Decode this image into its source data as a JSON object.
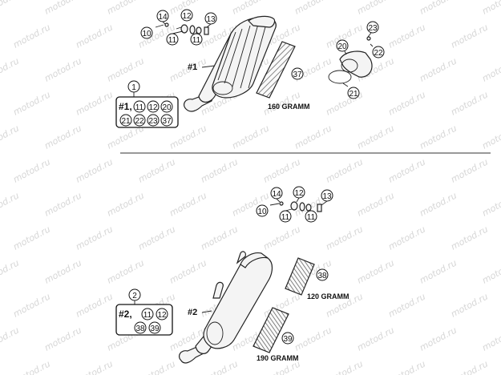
{
  "watermark": "motod.ru",
  "upper_group": {
    "kit_number": "1",
    "kit_box_row1_label": "#1,",
    "kit_box_row1_parts": [
      "11",
      "12",
      "20"
    ],
    "kit_box_row2_parts": [
      "21",
      "22",
      "23",
      "37"
    ],
    "muffler_label": "#1",
    "small_parts": [
      "14",
      "12",
      "13",
      "10",
      "11",
      "11"
    ],
    "end_cap_parts": [
      "23",
      "20",
      "22",
      "21"
    ],
    "packing_part": "37",
    "packing_weight": "160 GRAMM"
  },
  "lower_group": {
    "kit_number": "2",
    "kit_box_row1_label": "#2,",
    "kit_box_row1_parts": [
      "11",
      "12"
    ],
    "kit_box_row2_parts": [
      "38",
      "39"
    ],
    "muffler_label": "#2",
    "small_parts": [
      "14",
      "12",
      "13",
      "10",
      "11",
      "11"
    ],
    "packing_a_part": "38",
    "packing_a_weight": "120 GRAMM",
    "packing_b_part": "39",
    "packing_b_weight": "190 GRAMM"
  }
}
